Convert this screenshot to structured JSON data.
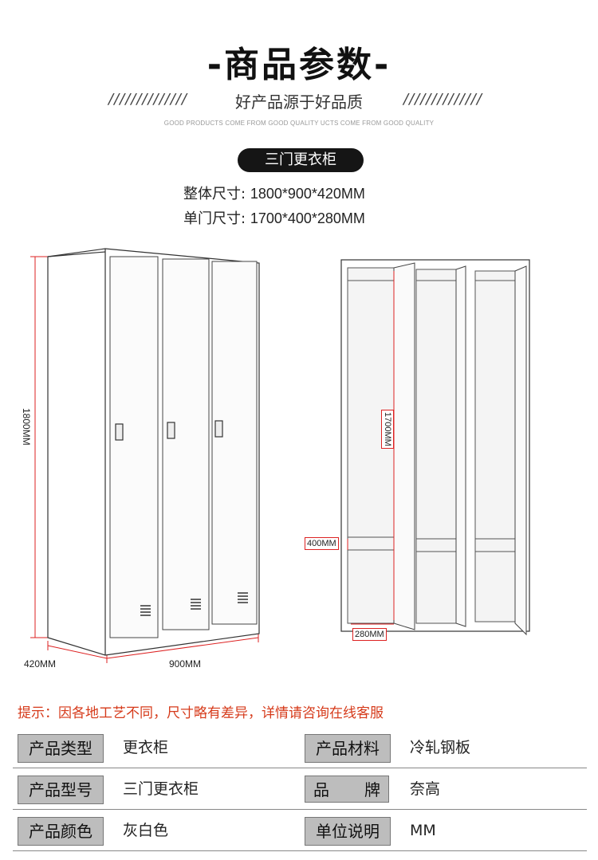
{
  "header": {
    "title": "-商品参数-",
    "slashes_left": "//////////////",
    "slashes_right": "//////////////",
    "subtitle": "好产品源于好品质",
    "tagline": "GOOD PRODUCTS COME FROM GOOD QUALITY  UCTS COME FROM GOOD QUALITY"
  },
  "product": {
    "name_pill": "三门更衣柜",
    "overall_size_label": "整体尺寸:",
    "overall_size_value": "1800*900*420MM",
    "door_size_label": "单门尺寸:",
    "door_size_value": "1700*400*280MM"
  },
  "diagram": {
    "height_label": "1800MM",
    "depth_label": "420MM",
    "width_label": "900MM",
    "inner_height_label": "1700MM",
    "inner_width_label": "400MM",
    "inner_depth_label": "280MM"
  },
  "notice": "提示：因各地工艺不同，尺寸略有差异，详情请咨询在线客服",
  "params": {
    "rows": [
      {
        "label1": "产品类型",
        "value1": "更衣柜",
        "label2": "产品材料",
        "value2": "冷轧钢板"
      },
      {
        "label1": "产品型号",
        "value1": "三门更衣柜",
        "label2": "品牌",
        "value2": "奈高"
      },
      {
        "label1": "产品颜色",
        "value1": "灰白色",
        "label2": "单位说明",
        "value2": "MM"
      }
    ]
  },
  "colors": {
    "accent_red": "#d63a1a",
    "label_bg": "#bdbdbd",
    "pill_bg": "#151515"
  }
}
